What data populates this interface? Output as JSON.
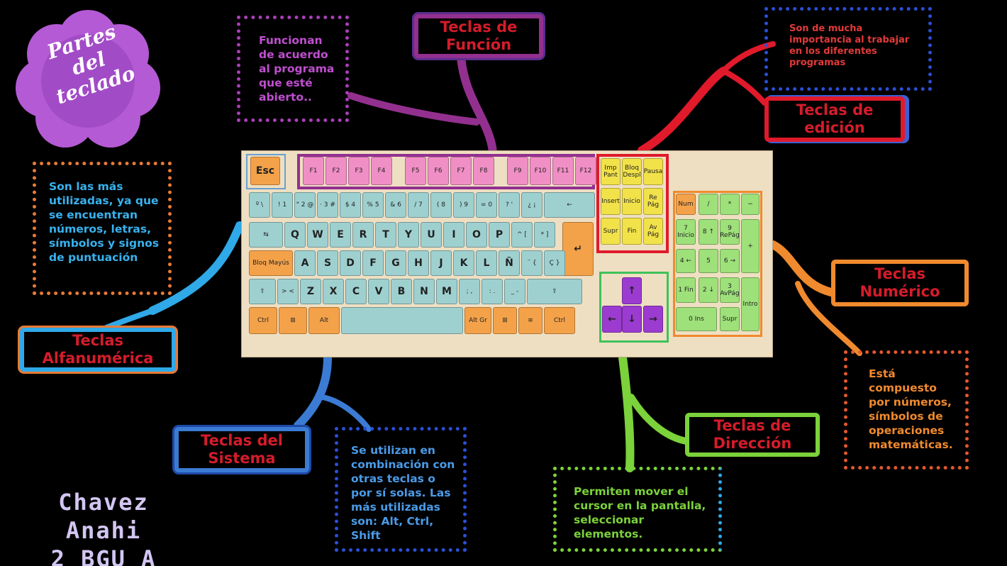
{
  "title": {
    "line1": "Partes",
    "line2": "del",
    "line3": "teclado"
  },
  "author": {
    "name": "Chavez Anahi",
    "course": "2 BGU A"
  },
  "colors": {
    "background": "#000000",
    "alfanumerica": "#2fa9e8",
    "funcion": "#93308f",
    "edicion": "#e01a2b",
    "numerico": "#f08a2e",
    "direccion": "#7bd23a",
    "sistema": "#3b7bd4",
    "title_text": "#d51c2a"
  },
  "groups": {
    "funcion": {
      "title": "Teclas de Función",
      "desc": "Funcionan de acuerdo al programa que esté abierto.."
    },
    "edicion": {
      "title": "Teclas de edición",
      "desc": "Son de mucha importancia al trabajar en los diferentes programas"
    },
    "alfanumerica": {
      "title": "Teclas Alfanumérica",
      "desc": "Son las más utilizadas, ya que se encuentran números, letras, símbolos y signos de puntuación"
    },
    "numerico": {
      "title": "Teclas Numérico",
      "desc": "Está compuesto por números, símbolos de operaciones matemáticas."
    },
    "sistema": {
      "title": "Teclas del Sistema",
      "desc": "Se utilizan en combinación con otras teclas o por sí solas. Las más utilizadas son: Alt, Ctrl, Shift"
    },
    "direccion": {
      "title": "Teclas de Dirección",
      "desc": "Permiten mover el cursor en la pantalla, seleccionar elementos."
    }
  },
  "keyboard": {
    "esc": "Esc",
    "function_keys": [
      "F1",
      "F2",
      "F3",
      "F4",
      "F5",
      "F6",
      "F7",
      "F8",
      "F9",
      "F10",
      "F11",
      "F12"
    ],
    "edit_keys": [
      "Imp Pant",
      "Bloq Despl",
      "Pausa",
      "Insert",
      "Inicio",
      "Re Pág",
      "Supr",
      "Fin",
      "Av Pág"
    ],
    "row_numbers": [
      "º \\",
      "! 1",
      "\" 2 @",
      "· 3 #",
      "$ 4",
      "% 5",
      "& 6",
      "/ 7",
      "( 8",
      ") 9",
      "= 0",
      "? '",
      "¿ ¡",
      "←"
    ],
    "row_q": [
      "⇆",
      "Q",
      "W",
      "E",
      "R",
      "T",
      "Y",
      "U",
      "I",
      "O",
      "P",
      "^ [",
      "* ]",
      "↵"
    ],
    "row_a": [
      "Bloq Mayús",
      "A",
      "S",
      "D",
      "F",
      "G",
      "H",
      "J",
      "K",
      "L",
      "Ñ",
      "¨ {",
      "Ç }"
    ],
    "row_z": [
      "⇧",
      "> <",
      "Z",
      "X",
      "C",
      "V",
      "B",
      "N",
      "M",
      "; ,",
      ": .",
      "_ -",
      "⇧"
    ],
    "row_bottom": [
      "Ctrl",
      "⊞",
      "Alt",
      "",
      "Alt Gr",
      "⊞",
      "≡",
      "Ctrl"
    ],
    "arrows": [
      "↑",
      "←",
      "↓",
      "→"
    ],
    "numpad": [
      "Num",
      "/",
      "*",
      "−",
      "7 Inicio",
      "8 ↑",
      "9 RePág",
      "+",
      "4 ←",
      "5",
      "6 →",
      "1 Fin",
      "2 ↓",
      "3 AvPág",
      "Intro",
      "0 Ins",
      "Supr"
    ]
  }
}
